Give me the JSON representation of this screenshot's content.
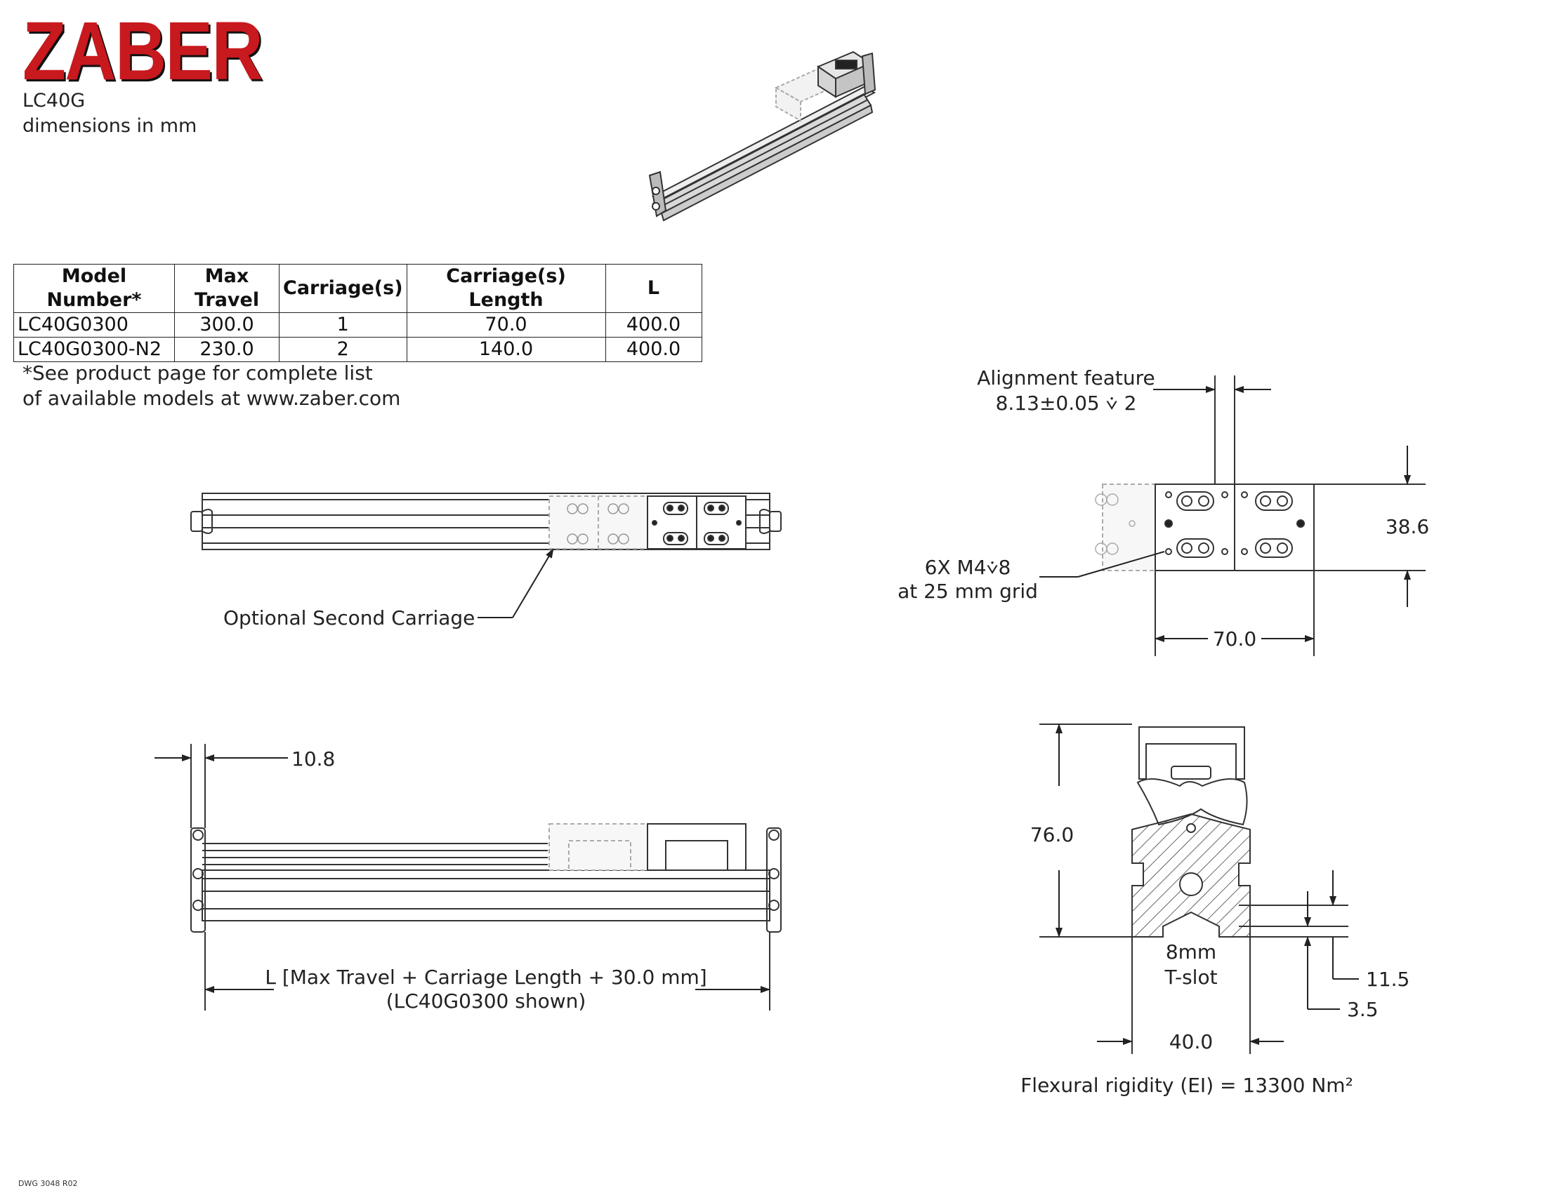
{
  "brand": {
    "logo_text": "ZABER"
  },
  "header": {
    "model": "LC40G",
    "units_note": "dimensions in mm"
  },
  "table": {
    "headers": [
      "Model Number*",
      "Max Travel",
      "Carriage(s)",
      "Carriage(s) Length",
      "L"
    ],
    "rows": [
      [
        "LC40G0300",
        "300.0",
        "1",
        "70.0",
        "400.0"
      ],
      [
        "LC40G0300-N2",
        "230.0",
        "2",
        "140.0",
        "400.0"
      ]
    ]
  },
  "note": {
    "line1": "*See product page for complete list",
    "line2": "of available models at www.zaber.com"
  },
  "top_view": {
    "callout": "Optional Second Carriage"
  },
  "side_view": {
    "end_dim": "10.8",
    "length_formula": "L [Max Travel + Carriage Length + 30.0 mm]",
    "length_shown": "(LC40G0300 shown)"
  },
  "carriage_view": {
    "alignment_label": "Alignment feature",
    "alignment_dim": "8.13±0.05 ⩒ 2",
    "height_dim": "38.6",
    "holes_line1": "6X M4⩒8",
    "holes_line2": "at 25 mm grid",
    "width_dim": "70.0"
  },
  "profile_view": {
    "height_dim": "76.0",
    "slot_line1": "8mm",
    "slot_line2": "T-slot",
    "slot_depth_dim": "11.5",
    "slot_lip_dim": "3.5",
    "width_dim": "40.0",
    "rigidity": "Flexural rigidity (EI) = 13300 Nm²"
  },
  "footer": {
    "drawing_number": "DWG 3048 R02"
  }
}
